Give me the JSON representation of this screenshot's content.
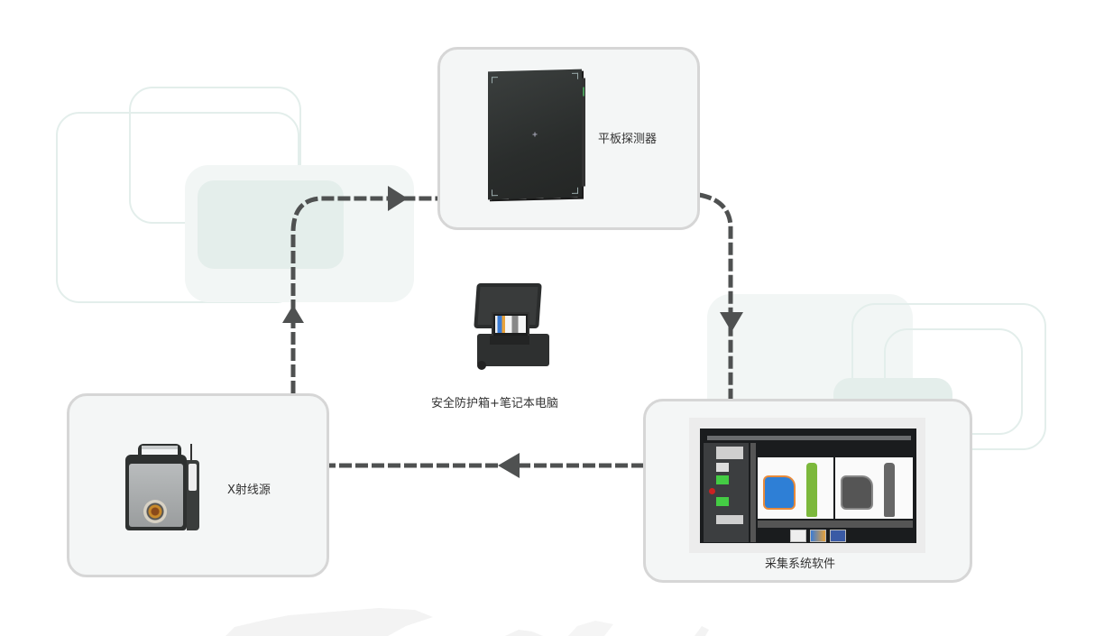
{
  "diagram": {
    "type": "flow",
    "nodes": [
      {
        "id": "detector",
        "label": "平板探测器",
        "icon": "flat-panel-detector-image"
      },
      {
        "id": "software",
        "label": "采集系统软件",
        "icon": "acquisition-software-screenshot"
      },
      {
        "id": "xray_source",
        "label": "X射线源",
        "icon": "xray-generator-image"
      },
      {
        "id": "case",
        "label": "安全防护箱+笔记本电脑",
        "icon": "protective-case-laptop-image"
      }
    ],
    "edges": [
      {
        "from": "xray_source",
        "to": "detector",
        "style": "dashed",
        "direction": "up-then-right"
      },
      {
        "from": "detector",
        "to": "software",
        "style": "dashed",
        "direction": "right-then-down"
      },
      {
        "from": "software",
        "to": "xray_source",
        "style": "dashed",
        "direction": "left"
      }
    ],
    "colors": {
      "arrow": "#4f5151",
      "card_bg": "#f4f6f6",
      "card_border": "#d6d6d6",
      "deco_outline": "#e3eeeb",
      "deco_fill_light": "#f2f6f5",
      "deco_fill_mid": "#e4eeeb",
      "text": "#333333"
    }
  }
}
